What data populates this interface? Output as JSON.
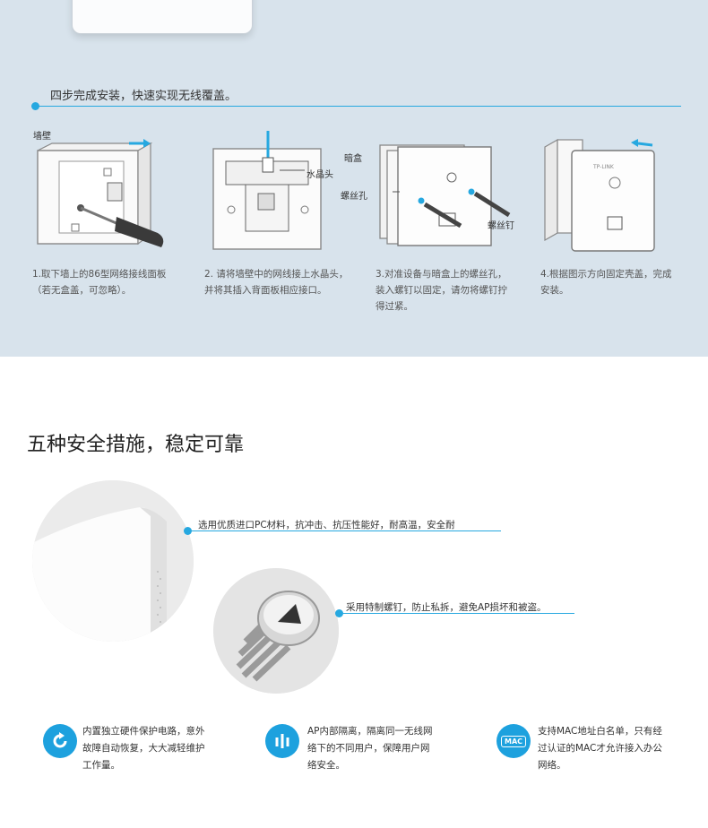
{
  "install": {
    "title": "四步完成安装，快速实现无线覆盖。",
    "steps": [
      {
        "text": "1.取下墙上的86型网络接线面板\n（若无盒盖，可忽略）。",
        "callouts": {
          "wall": "墙壁"
        }
      },
      {
        "text": "2. 请将墙壁中的网线接上水晶头，\n并将其插入背面板相应接口。",
        "callouts": {
          "connector": "水晶头"
        }
      },
      {
        "text": "3.对准设备与暗盒上的螺丝孔，\n装入螺钉以固定，请勿将螺钉拧\n得过紧。",
        "callouts": {
          "box": "暗盒",
          "hole": "螺丝孔",
          "screw": "螺丝钉"
        }
      },
      {
        "text": "4.根据图示方向固定壳盖，完成\n安装。",
        "callouts": {
          "brand": "TP-LINK"
        }
      }
    ]
  },
  "safety": {
    "title": "五种安全措施，稳定可靠",
    "features": [
      {
        "text": "选用优质进口PC材料，抗冲击、抗压性能好，耐高温，安全耐"
      },
      {
        "text": "采用特制螺钉，防止私拆，避免AP损坏和被盗。"
      }
    ],
    "bottom": [
      {
        "icon": "refresh-icon",
        "text": "内置独立硬件保护电路，意外\n故障自动恢复，大大减轻维护\n工作量。"
      },
      {
        "icon": "isolation-icon",
        "text": "AP内部隔离，隔离同一无线网\n络下的不同用户，保障用户网\n络安全。"
      },
      {
        "icon": "mac-icon",
        "label": "MAC",
        "text": "支持MAC地址白名单，只有经\n过认证的MAC才允许接入办公\n网络。"
      }
    ]
  },
  "colors": {
    "accent": "#26a8e0",
    "install_bg": "#d8e3ec"
  }
}
